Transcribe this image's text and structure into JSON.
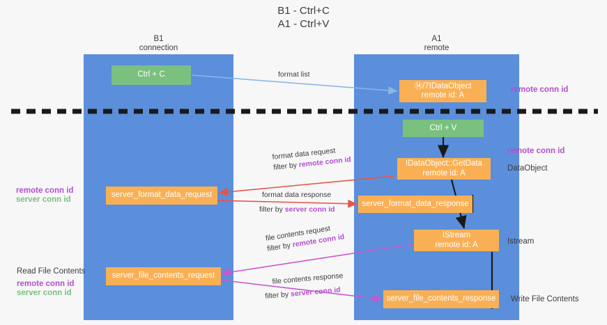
{
  "title": "B1 - Ctrl+C\nA1 - Ctrl+V",
  "columns": [
    {
      "name": "b1",
      "header": "B1\nconnection"
    },
    {
      "name": "a1",
      "header": "A1\nremote"
    }
  ],
  "colors": {
    "lane": "#5b8fdb",
    "green_box": "#7ac17f",
    "orange_box": "#f9b055",
    "purple_text": "#b34fd0",
    "green_text": "#7ac17f",
    "blue_arrow": "#8ab6e8",
    "red_arrow": "#e8534a",
    "black_arrow": "#1a1a1a",
    "magenta_arrow": "#cc55cc",
    "background": "#f7f7f7"
  },
  "boxes": {
    "ctrl_c": "Ctrl + C",
    "ctrl_v": "Ctrl + V",
    "idataobject": "⑭/7IDataObject\nremote id: A",
    "getdata": "IDataObject::GetData\nremote id: A",
    "istream": "IStream\nremote id: A",
    "server_format_data_request": "server_format_data_request",
    "server_format_data_response": "server_format_data_response",
    "server_file_contents_request": "server_file_contents_request",
    "server_file_contents_response": "server_file_contents_response"
  },
  "edge_labels": {
    "format_list": "format list",
    "format_data_request": "format data request",
    "format_data_request_filter_prefix": "filter by ",
    "format_data_request_filter_key": "remote conn id",
    "format_data_response": "format data response",
    "format_data_response_filter_prefix": "filter by ",
    "format_data_response_filter_key": "server conn id",
    "file_contents_request": "file contents request",
    "file_contents_request_filter_prefix": "filter by ",
    "file_contents_request_filter_key": "remote conn id",
    "file_contents_response": "file contents response",
    "file_contents_response_filter_prefix": "filter by ",
    "file_contents_response_filter_key": "server conn id"
  },
  "right_labels": {
    "remote_conn_id_top": "remote conn id",
    "remote_conn_id_mid": "remote conn id",
    "dataobject": "DataObject",
    "istream": "Istream",
    "write_file_contents": "Write File Contents"
  },
  "left_labels": {
    "remote_conn_id": "remote conn id",
    "server_conn_id": "server conn id",
    "read_file_contents": "Read File Contents",
    "remote_conn_id_2": "remote conn id",
    "server_conn_id_2": "server conn id"
  }
}
